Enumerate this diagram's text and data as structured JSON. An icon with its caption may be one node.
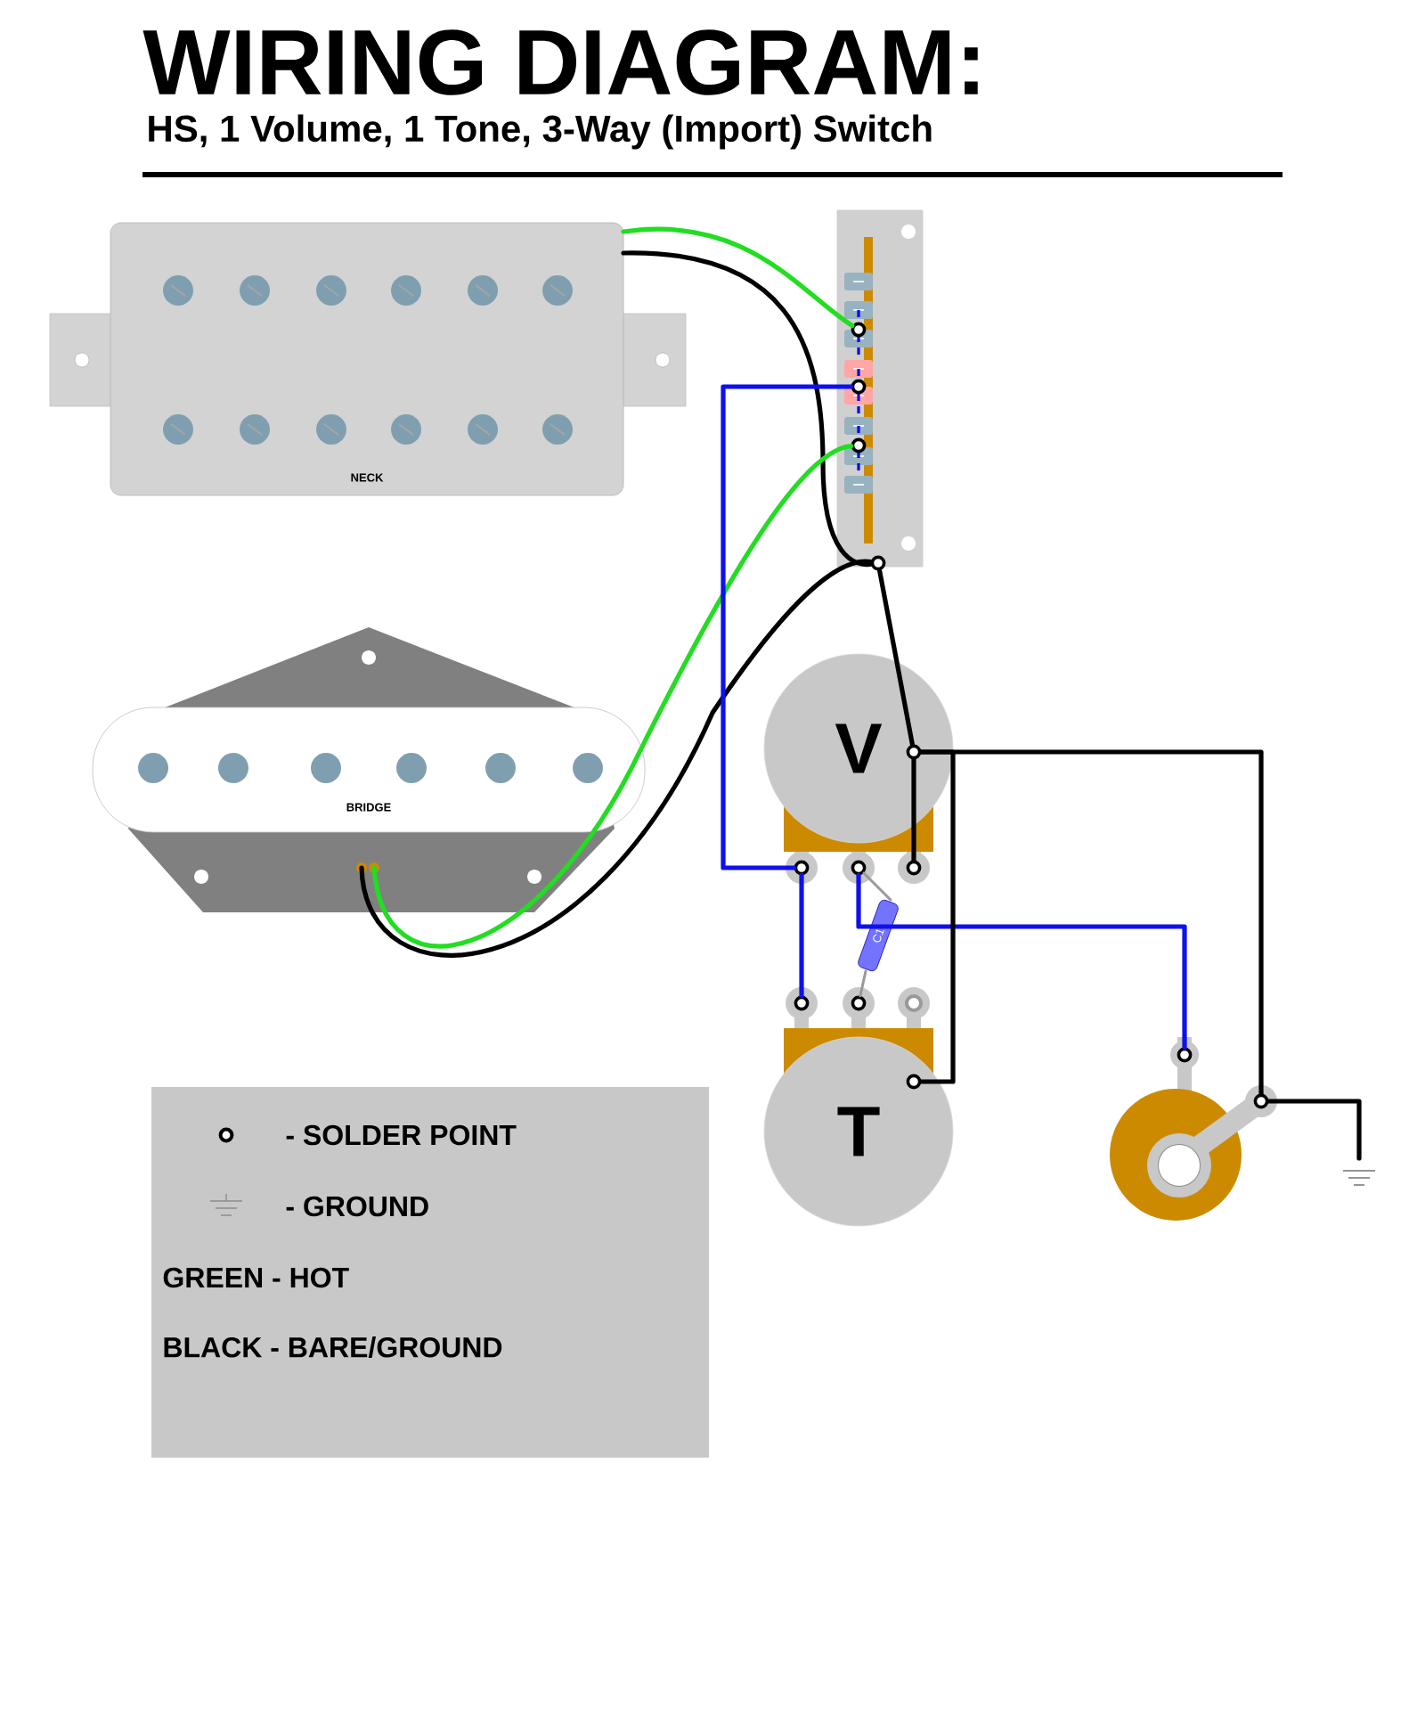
{
  "diagram": {
    "title": "WIRING DIAGRAM:",
    "nodes": [
      {
        "text": [
          "NECK"
        ]
      },
      {
        "text": [
          "BRIDGE"
        ]
      },
      {
        "text": [],
        "shape": "box"
      },
      {
        "text": [
          "V"
        ]
      },
      {
        "text": [
          "C1"
        ]
      },
      {
        "text": [
          "T"
        ]
      },
      {
        "text": [],
        "shape": "circle"
      },
      {
        "text": [],
        "shape": "picture"
      }
    ],
    "edges": [
      {
        "from": 0,
        "to": 2,
        "arrow": "none",
        "color": "#22dd22"
      },
      {
        "from": 0,
        "to": 2,
        "arrow": "none"
      },
      {
        "from": 1,
        "to": 2,
        "arrow": "none",
        "color": "#22dd22"
      },
      {
        "from": 1,
        "to": 2,
        "arrow": "none"
      },
      {
        "from": 2,
        "to": 3,
        "arrow": "none",
        "color": "#1010ee"
      },
      {
        "from": 2,
        "to": 3,
        "arrow": "none"
      },
      {
        "from": 3,
        "to": 5,
        "arrow": "none",
        "color": "#1010ee"
      },
      {
        "from": 3,
        "to": 4,
        "arrow": "none",
        "color": "#999999"
      },
      {
        "from": 4,
        "to": 5,
        "arrow": "none",
        "color": "#999999"
      },
      {
        "from": 3,
        "to": 6,
        "arrow": "none",
        "color": "#1010ee"
      },
      {
        "from": 3,
        "to": 6,
        "arrow": "none"
      },
      {
        "from": 3,
        "to": 5,
        "arrow": "none"
      },
      {
        "from": 6,
        "to": 7,
        "arrow": "none"
      }
    ],
    "labels": [
      "HS, 1 Volume, 1 Tone, 3-Way (Import) Switch"
    ],
    "legend": [
      {
        "text": "- SOLDER POINT"
      },
      {
        "text": "- GROUND"
      },
      {
        "text": "GREEN - HOT"
      },
      {
        "text": "BLACK - BARE/GROUND"
      }
    ]
  }
}
